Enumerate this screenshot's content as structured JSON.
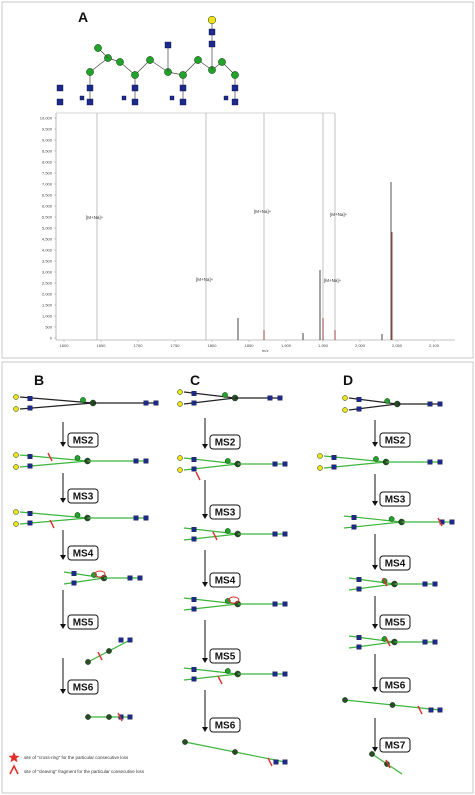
{
  "panels": {
    "a": "A",
    "b": "B",
    "c": "C",
    "d": "D"
  },
  "spectrum": {
    "xlabel": "m/z",
    "x_ticks": [
      "1600",
      "1650",
      "1700",
      "1750",
      "1800",
      "1850",
      "1,900",
      "1,950",
      "2,000",
      "2,050",
      "2,100"
    ],
    "y_ticks": [
      "10,000",
      "9,500",
      "9,000",
      "8,500",
      "8,000",
      "7,500",
      "7,000",
      "6,500",
      "6,000",
      "5,500",
      "5,000",
      "4,500",
      "4,000",
      "3,500",
      "3,000",
      "2,500",
      "2,000",
      "1,500",
      "1,000",
      "500",
      "0"
    ],
    "peak_labels": [
      "[M+Na]+",
      "[M+Na]+",
      "[M+Na]+",
      "[M+Na]+",
      "[M+Na]+"
    ]
  },
  "steps": {
    "b": [
      "MS2",
      "MS3",
      "MS4",
      "MS5",
      "MS6"
    ],
    "c": [
      "MS2",
      "MS3",
      "MS4",
      "MS5",
      "MS6"
    ],
    "d": [
      "MS2",
      "MS3",
      "MS4",
      "MS5",
      "MS6",
      "MS7"
    ]
  },
  "legend": [
    {
      "symbol": "star",
      "color": "#e0302a",
      "text": "site of \"cross-ring\" for the particular consecutive loss"
    },
    {
      "symbol": "caret",
      "color": "#e0302a",
      "text": "site of \"cleaving\" fragment for the particular consecutive loss"
    }
  ],
  "colors": {
    "glcnac": "#1c2a8c",
    "mannose": "#22a22a",
    "galactose": "#f2e21a",
    "cleave": "#e0302a",
    "branch": "#3cb53c"
  }
}
